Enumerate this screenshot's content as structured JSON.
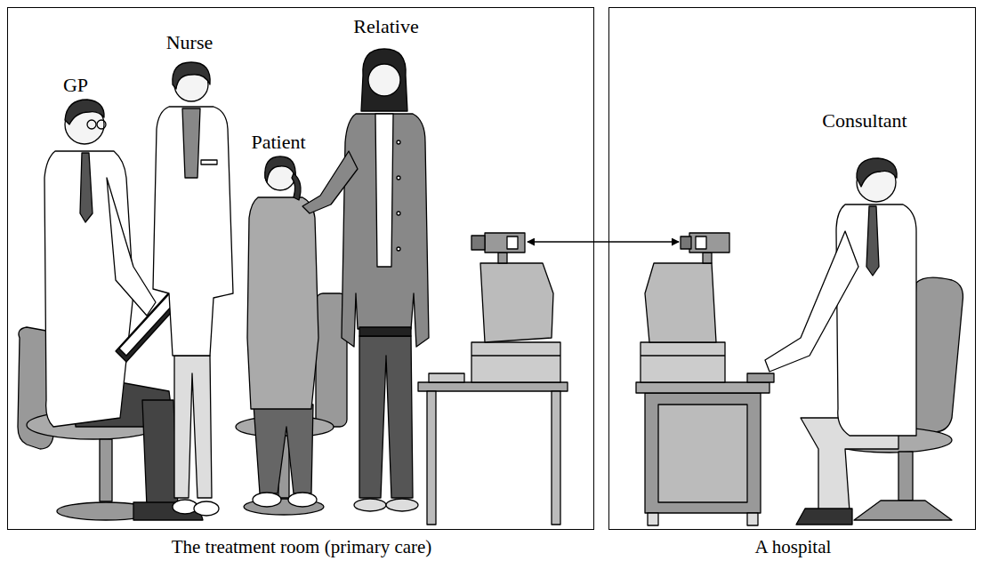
{
  "diagram": {
    "nodes": [
      {
        "text": [
          "The treatment room (primary care)"
        ]
      },
      {
        "text": [
          "A hospital"
        ]
      }
    ],
    "labels": [
      "GP",
      "Nurse",
      "Patient",
      "Relative",
      "Consultant"
    ]
  }
}
